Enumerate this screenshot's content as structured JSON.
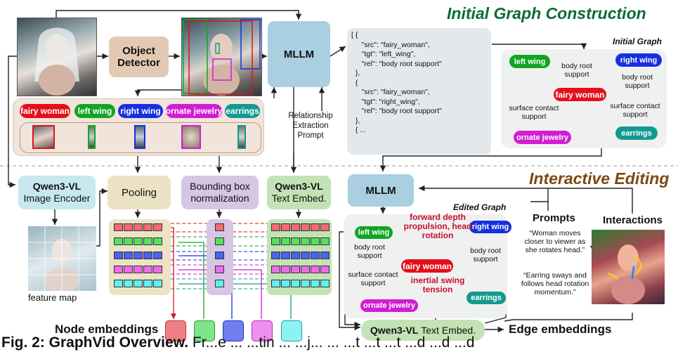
{
  "sections": {
    "initial_construction": "Initial Graph Construction",
    "interactive_editing": "Interactive Editing"
  },
  "boxes": {
    "object_detector": "Object\nDetector",
    "mllm": "MLLM",
    "qwen_encoder_title": "Qwen3-VL",
    "qwen_encoder_sub": "Image Encoder",
    "pooling": "Pooling",
    "bbox_norm": "Bounding box\nnormalization",
    "qwen_text_title": "Qwen3-VL",
    "qwen_text_sub": "Text Embed.",
    "mllm_edit": "MLLM",
    "qwen_text_bottom_title": "Qwen3-VL",
    "qwen_text_bottom_sub": "Text Embed."
  },
  "labels": {
    "relationship_prompt": "Relationship\nExtraction\nPrompt",
    "feature_map": "feature map",
    "initial_graph": "Initial Graph",
    "edited_graph": "Edited Graph",
    "prompts": "Prompts",
    "interactions": "Interactions",
    "node_embeddings": "Node embeddings",
    "edge_embeddings": "Edge embeddings",
    "prompt_1": "“Woman moves\ncloser to viewer as\nshe rotates head.”",
    "prompt_2": "“Earring sways and\nfollows head rotation\nmomentum.”"
  },
  "objects": [
    {
      "name": "fairy woman",
      "color": "#e3101b"
    },
    {
      "name": "left wing",
      "color": "#12a524"
    },
    {
      "name": "right wing",
      "color": "#1530e0"
    },
    {
      "name": "ornate jewelry",
      "color": "#d11dd3"
    },
    {
      "name": "earrings",
      "color": "#139a90"
    }
  ],
  "code_text": "[ {\n     \"src\": \"fairy_woman\",\n     \"tgt\": \"left_wing\",\n     \"rel\": \"body root support\"\n  },\n  {\n     \"src\": \"fairy_woman\",\n     \"tgt\": \"right_wing\",\n     \"rel\": \"body root support\"\n  },\n  { ...",
  "initial_graph": {
    "edge_left_top": "body root\nsupport",
    "edge_right_top": "body root\nsupport",
    "edge_left_bottom": "surface contact\nsupport",
    "edge_right_bottom": "surface contact\nsupport"
  },
  "edited_graph": {
    "edge_self": "forward depth\npropulsion, head\nrotation",
    "edge_left_top": "body root\nsupport",
    "edge_right_top": "body root\nsupport",
    "edge_left_bottom": "surface contact\nsupport",
    "edge_earring": "inertial swing\ntension"
  },
  "caption": {
    "bold": "Fig. 2: GraphVid Overview.",
    "rest": " Fr...e ... ...tin ... ...j... ... ...t ...t ...t ...d ...d ...d"
  },
  "colors": {
    "green_title": "#0b6b3a",
    "brown_title": "#7a4a12",
    "accent_red": "#c8102e"
  }
}
